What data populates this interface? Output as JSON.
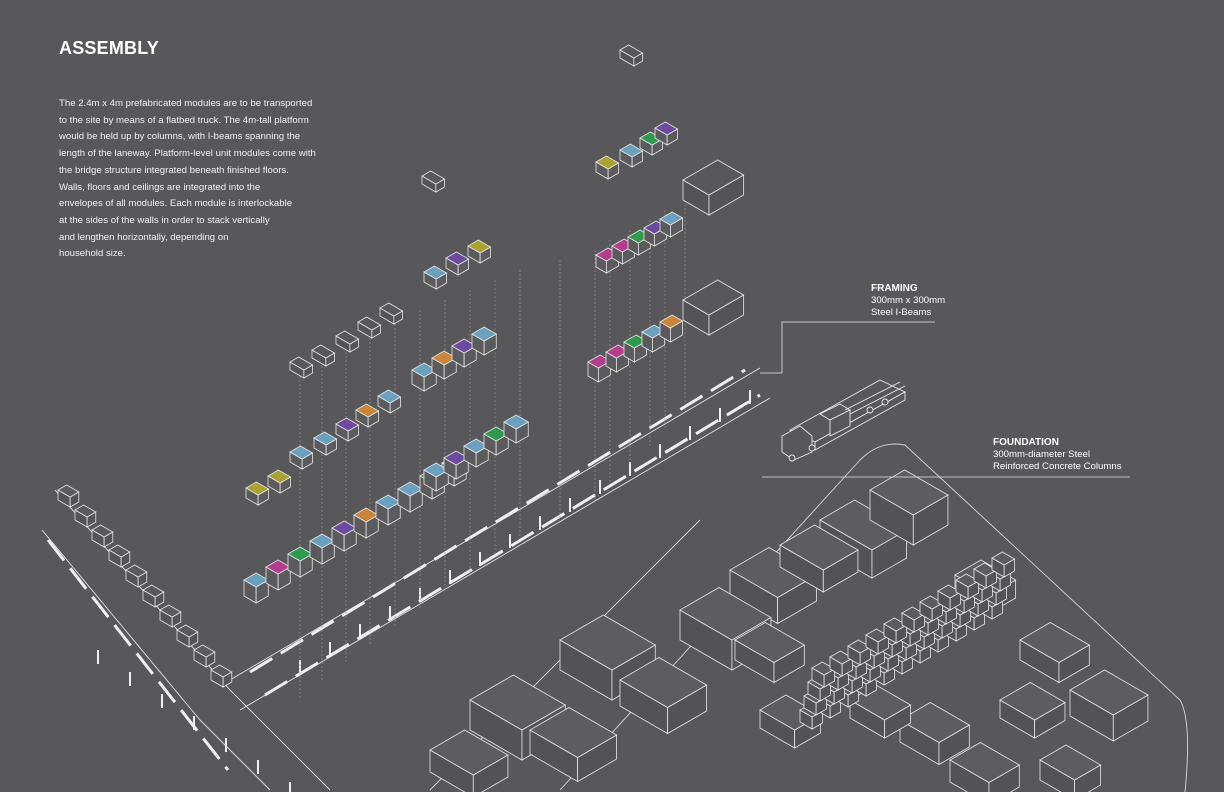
{
  "title": "ASSEMBLY",
  "description_lines": [
    "The 2.4m x 4m prefabricated modules are to be transported",
    "to the site by means of a flatbed truck. The 4m-tall platform",
    "would be held up by columns, with I-beams spanning the",
    "length of the laneway. Platform-level unit modules come with",
    "the bridge structure integrated beneath finished floors.",
    "Walls, floors and ceilings are integrated into the",
    "envelopes of all modules. Each module is interlockable",
    "at the sides of the walls in order to stack vertically",
    "and lengthen horizontally, depending on",
    "household size."
  ],
  "callouts": {
    "framing": {
      "heading": "FRAMING",
      "line1": "300mm x 300mm",
      "line2": "Steel I-Beams"
    },
    "foundation": {
      "heading": "FOUNDATION",
      "line1": "300mm-diameter Steel",
      "line2": "Reinforced Concrete Columns"
    }
  },
  "colors": {
    "background": "#58585a",
    "linework": "#e6e6e6",
    "blue": "#6a9fbd",
    "magenta": "#b43c8c",
    "green": "#2e9a4e",
    "purple": "#6c4aa0",
    "orange": "#c9853a",
    "yellow": "#a9a232"
  }
}
